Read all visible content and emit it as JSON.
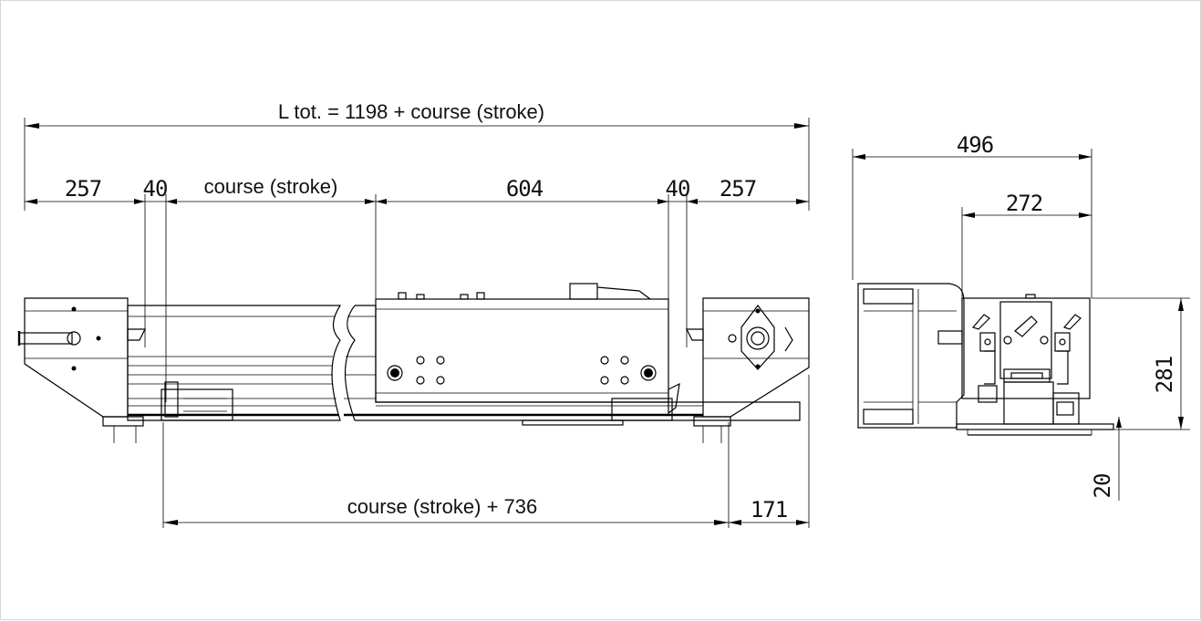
{
  "drawing": {
    "front_view": {
      "total_length_label": "L tot. = 1198 + course (stroke)",
      "left_end_label": "257",
      "left_gap_label": "40",
      "stroke_label": "course (stroke)",
      "carriage_label": "604",
      "right_gap_label": "40",
      "right_end_label": "257",
      "bottom_span_label": "course (stroke) + 736",
      "bottom_right_label": "171"
    },
    "side_view": {
      "width_label": "496",
      "inner_width_label": "272",
      "height_label": "281",
      "base_label": "20"
    }
  }
}
